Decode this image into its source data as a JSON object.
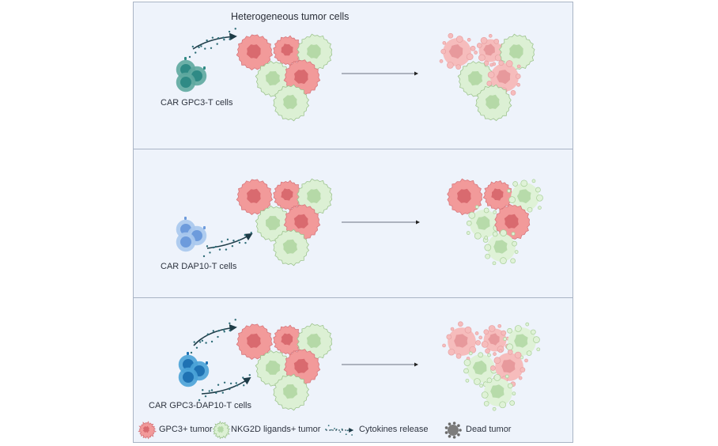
{
  "figure": {
    "title": "Heterogeneous tumor cells",
    "panels": [
      {
        "id": "gpc3",
        "tcell_label": "CAR GPC3-T cells",
        "tcell_color": "#5fa9a0",
        "tcell_nucleus": "#2f8a85",
        "targets": [
          "GPC3+ tumor"
        ],
        "outcome": "GPC3+ tumor cells killed; NKG2D ligands+ tumor cells survive"
      },
      {
        "id": "dap10",
        "tcell_label": "CAR DAP10-T cells",
        "tcell_color": "#a9c8ee",
        "tcell_nucleus": "#6d9bdc",
        "targets": [
          "NKG2D ligands+ tumor"
        ],
        "outcome": "NKG2D ligands+ tumor cells killed; GPC3+ tumor cells survive"
      },
      {
        "id": "gpc3-dap10",
        "tcell_label": "CAR GPC3-DAP10-T cells",
        "tcell_color": "#4aa3d8",
        "tcell_nucleus": "#1f72b3",
        "targets": [
          "GPC3+ tumor",
          "NKG2D ligands+ tumor"
        ],
        "outcome": "All tumor cells killed"
      }
    ],
    "legend": [
      {
        "icon": "gpc3-tumor-icon",
        "label": "GPC3+ tumor",
        "color": "#ee8a8a"
      },
      {
        "icon": "nkg2d-tumor-icon",
        "label": "NKG2D ligands+ tumor",
        "color": "#cfeac4"
      },
      {
        "icon": "cytokines-release-icon",
        "label": "Cytokines release",
        "color": "#1f4e5c"
      },
      {
        "icon": "dead-tumor-icon",
        "label": "Dead tumor",
        "color": "#7c7c7c"
      }
    ],
    "colors": {
      "panel_bg": "#eef3fb",
      "panel_border": "#a9b4c5",
      "gpc3_cell": "#f29a9a",
      "gpc3_nucleus": "#d96a6f",
      "nkg2d_cell": "#dcf0d4",
      "nkg2d_nucleus": "#b5d9a7",
      "arrow": "#1d3b47"
    }
  }
}
